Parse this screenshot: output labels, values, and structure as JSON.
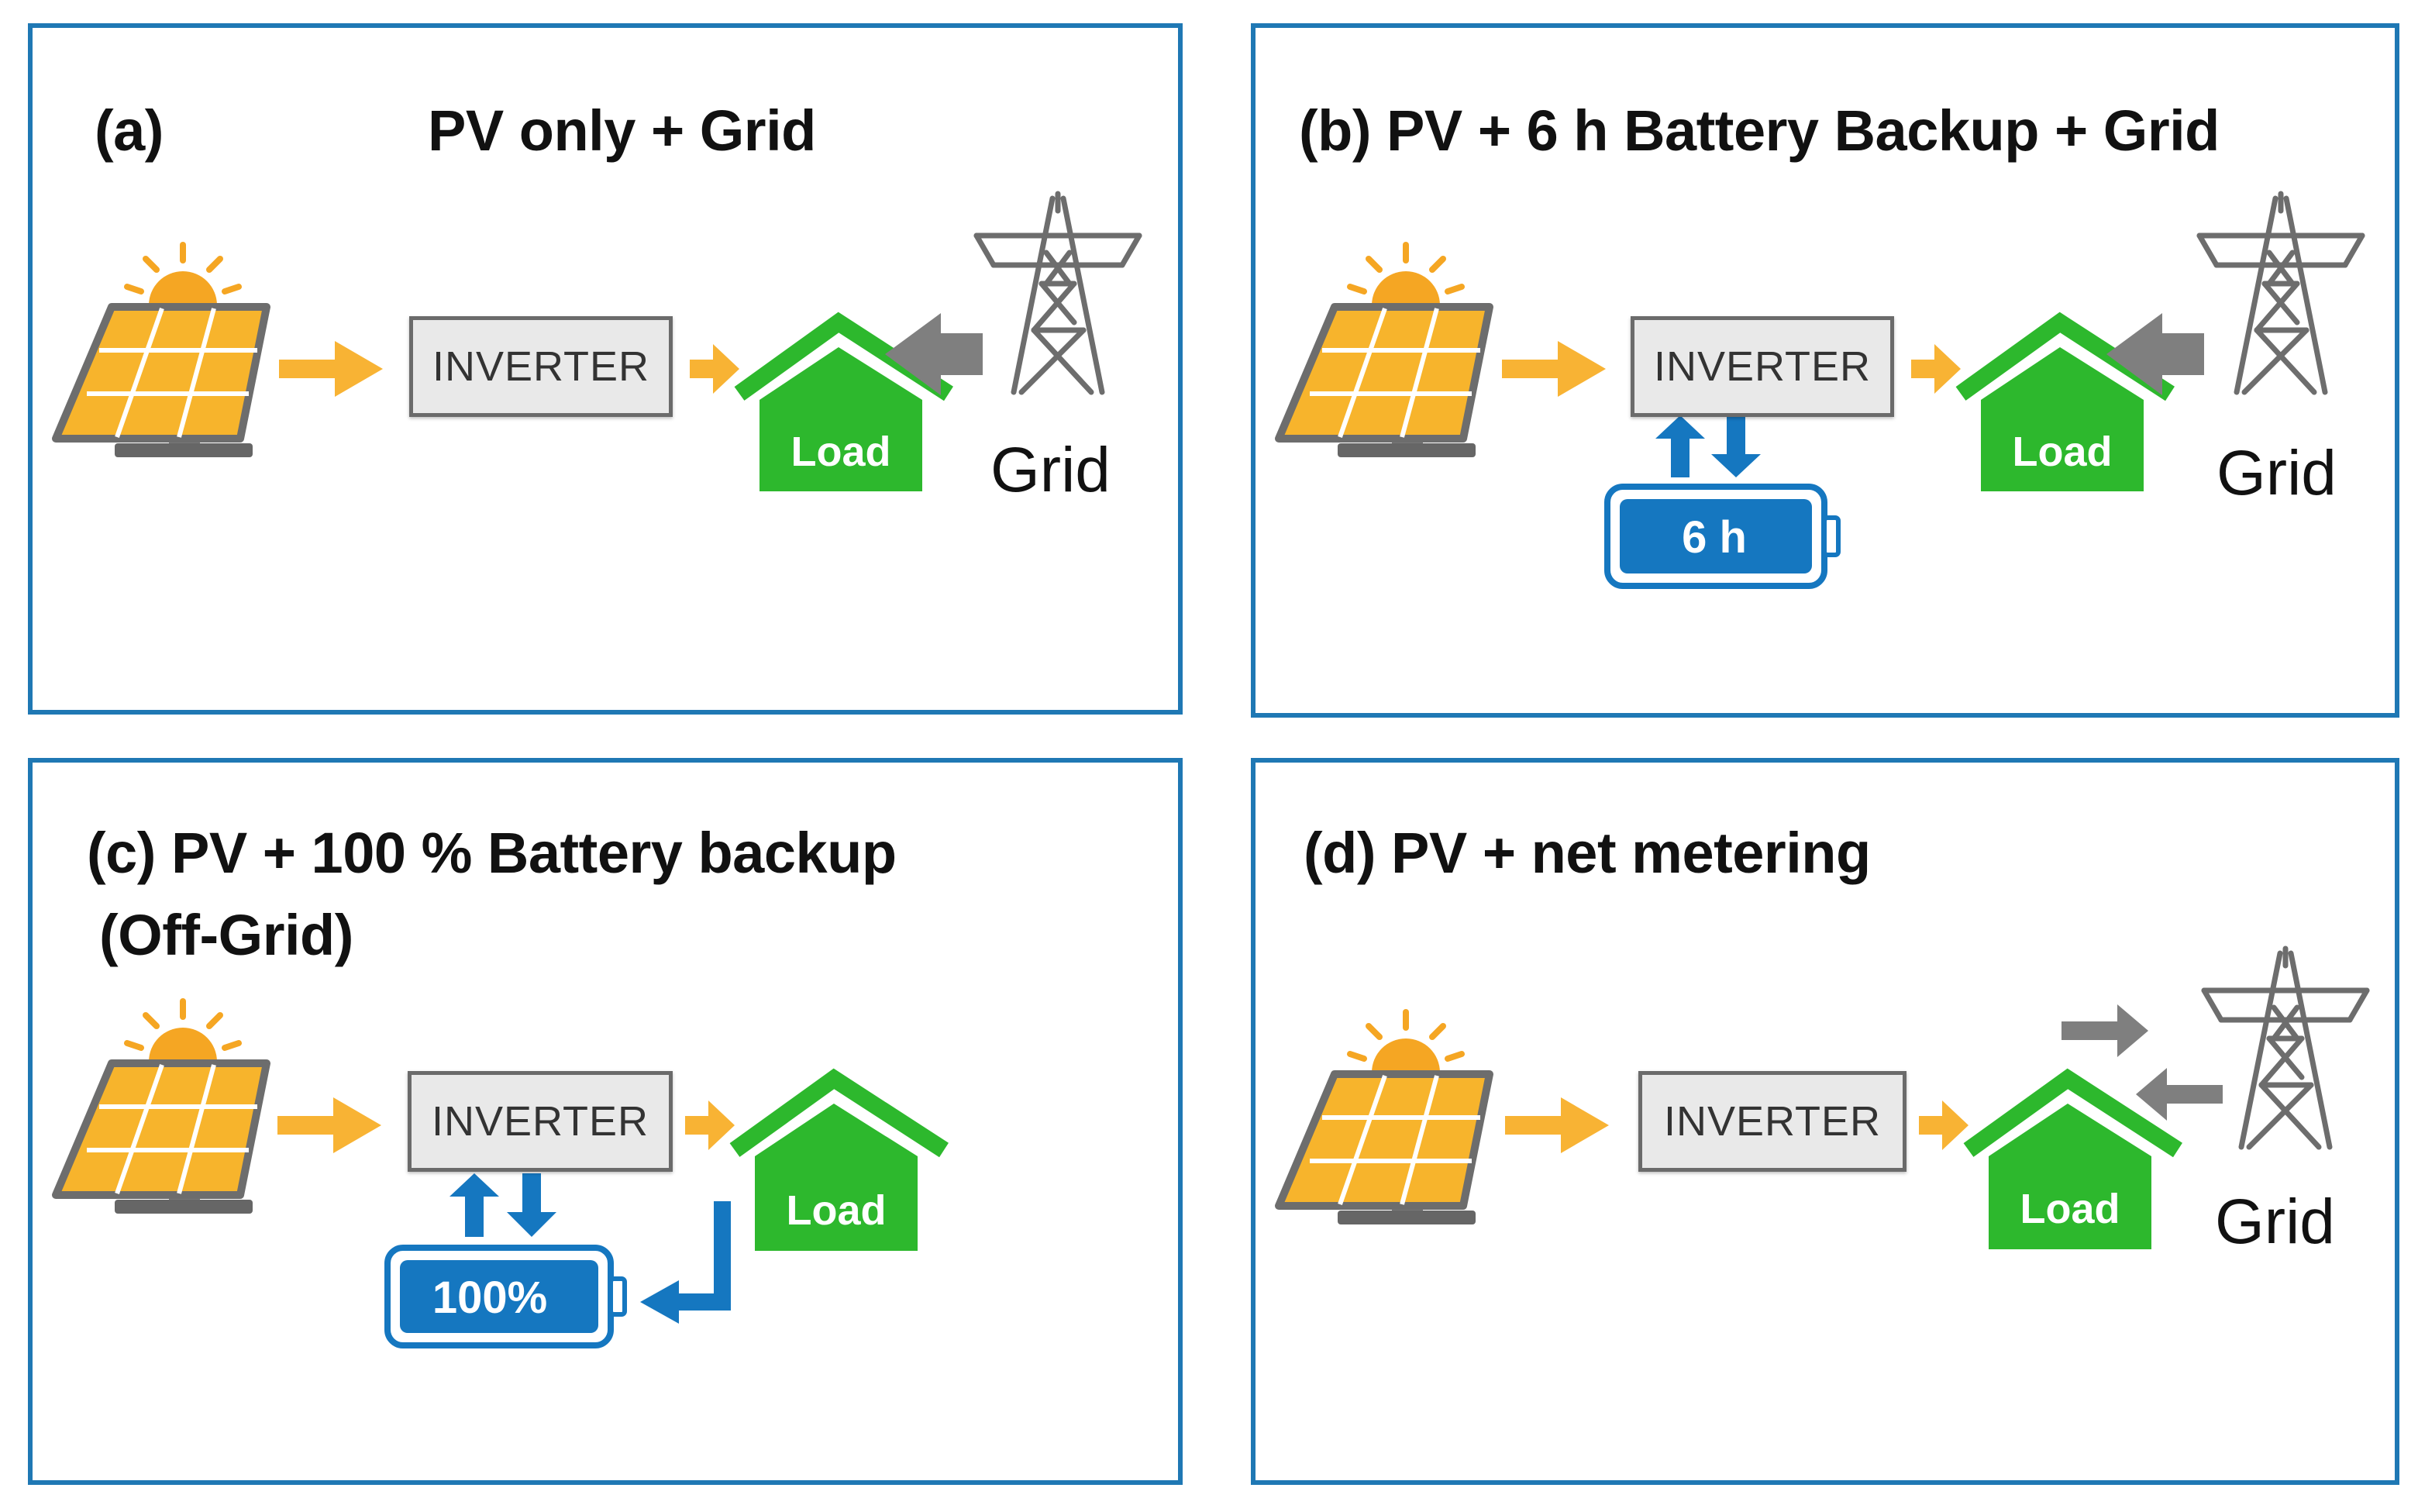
{
  "colors": {
    "border": "#1f78b4",
    "solar": "#f5a623",
    "flow_arrow": "#f8b334",
    "house": "#2db82d",
    "grid_arrow": "#7f7f7f",
    "battery": "#1577c0",
    "inverter_fill": "#e9e9e9"
  },
  "icons": [
    "solar-panel-icon",
    "sun-icon",
    "inverter-box",
    "house-icon",
    "transmission-tower-icon",
    "battery-icon"
  ],
  "panels": [
    {
      "title_label": "(a)",
      "title_text": "PV only + Grid",
      "inverter": "INVERTER",
      "load": "Load",
      "grid": "Grid"
    },
    {
      "title": "(b) PV + 6 h Battery Backup + Grid",
      "inverter": "INVERTER",
      "load": "Load",
      "grid": "Grid",
      "battery": "6 h"
    },
    {
      "title_line1": "(c) PV + 100 % Battery backup",
      "title_line2": "(Off-Grid)",
      "inverter": "INVERTER",
      "load": "Load",
      "battery": "100%"
    },
    {
      "title": "(d) PV + net metering",
      "inverter": "INVERTER",
      "load": "Load",
      "grid": "Grid"
    }
  ]
}
